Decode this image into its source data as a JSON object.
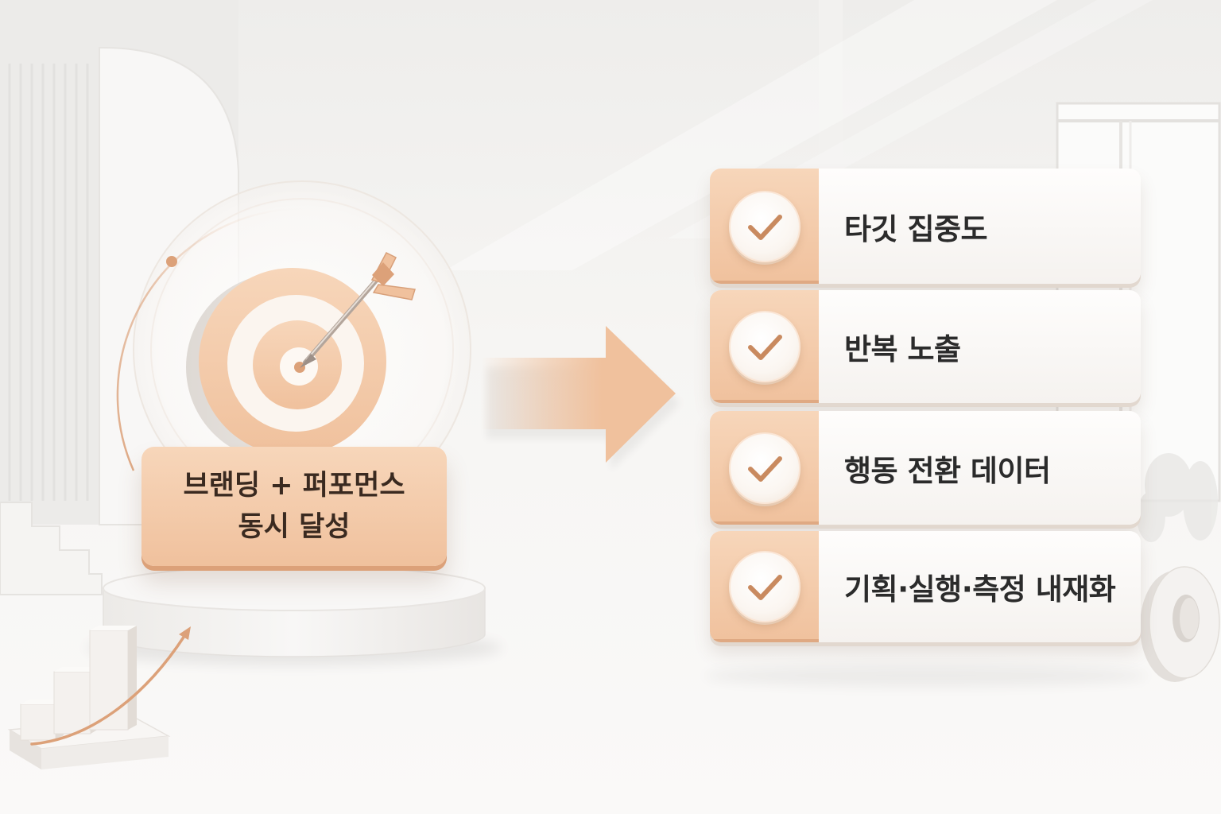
{
  "hero": {
    "label_line1": "브랜딩 + 퍼포먼스",
    "label_line2": "동시 달성",
    "icons": {
      "target": "target-icon",
      "dart": "dart-icon",
      "orbit": "orbit-arc-icon"
    }
  },
  "flow": {
    "arrow_icon": "right-arrow-icon"
  },
  "checklist": {
    "check_icon": "checkmark-icon",
    "items": [
      {
        "label": "타깃 집중도",
        "checked": true
      },
      {
        "label": "반복 노출",
        "checked": true
      },
      {
        "label": "행동 전환 데이터",
        "checked": true
      },
      {
        "label": "기획·실행·측정 내재화",
        "checked": true
      }
    ]
  },
  "decorations": {
    "icons": [
      "bar-chart-icon",
      "growth-arrow-icon",
      "podium",
      "ring-decoration",
      "staircase",
      "doorway-arch",
      "window-frame"
    ]
  },
  "colors": {
    "accent": "#F0C19D",
    "accent_light": "#F7D6BA",
    "accent_dark": "#DCA179",
    "check": "#C98A5F",
    "text": "#2B2B2B",
    "label_text": "#3A2A20",
    "background": "#F6F5F3"
  }
}
